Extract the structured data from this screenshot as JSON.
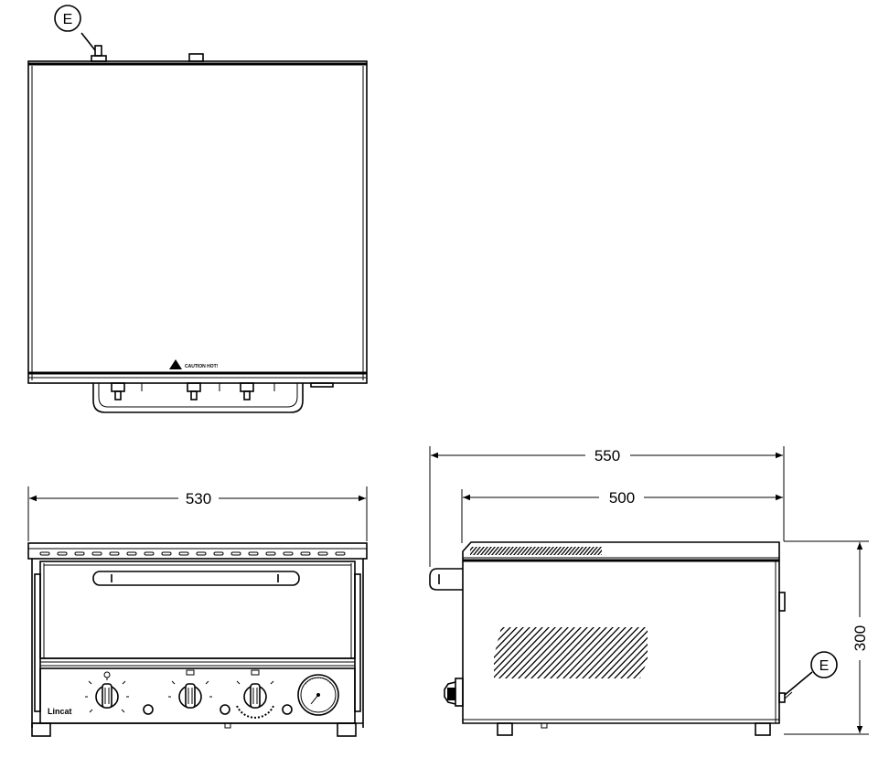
{
  "labels": {
    "earth_top": "E",
    "earth_side": "E",
    "caution": "CAUTION HOT!",
    "brand": "Lincat"
  },
  "dimensions": {
    "width_front": "530",
    "depth_overall": "550",
    "depth_body": "500",
    "height": "300"
  }
}
